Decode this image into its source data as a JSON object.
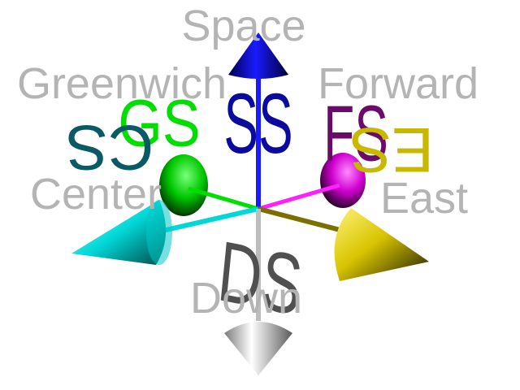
{
  "axis_labels": {
    "space": "Space",
    "greenwich": "Greenwich",
    "forward": "Forward",
    "center": "Center",
    "east": "East",
    "down": "Down"
  },
  "axis_glyphs": {
    "space": "SS",
    "greenwich": "GS",
    "forward": "FS",
    "center": "CS",
    "east": "ES",
    "down": "DS"
  },
  "colors": {
    "space": "#0a0aa0",
    "greenwich": "#00dd00",
    "forward": "#6a0a6a",
    "center": "#00d8d8",
    "center_glyph": "#0a5a66",
    "east": "#c8b800",
    "down": "#b0b0b0",
    "down_glyph": "#505050",
    "magenta_axis": "#ff20ff",
    "label": "#b4b4b4"
  }
}
